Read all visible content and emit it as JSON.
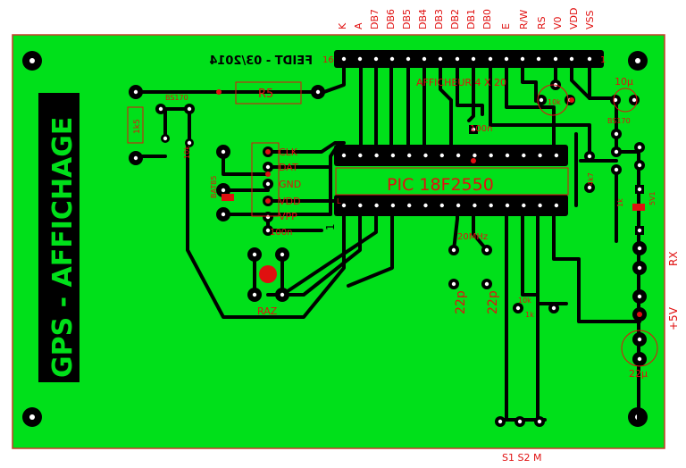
{
  "lcd_pins": [
    "K",
    "A",
    "DB7",
    "DB6",
    "DB5",
    "DB4",
    "DB3",
    "DB2",
    "DB1",
    "DB0",
    "E",
    "R/W",
    "RS",
    "V0",
    "VDD",
    "VSS"
  ],
  "board": {
    "vertical_title": "GPS - AFFICHAGE",
    "mirrored_text": "FEIDT - 03/2014",
    "pin16": "16",
    "pin1": "1",
    "display_label": "AFFICHEUR 4 X 20",
    "mcu_label": "PIC 18F2550",
    "r5": "R5",
    "r15": "1k5",
    "bs170_left": "BS170",
    "bs170_right": "BS170",
    "bat85": "BAT85",
    "pot": "10k",
    "c_10u": "10µ",
    "c_100n_a": "100n",
    "c_100n_b": "100n",
    "c_22u": "22µ",
    "c_22p_a": "22p",
    "c_22p_b": "22p",
    "crystal": "20MHz",
    "r10k": "10k",
    "r1k": "1k",
    "r4k7": "4k7",
    "r1k_b": "1k",
    "r10k_b": "10k",
    "z5v1": "5V1",
    "led_mark": "L",
    "clk": "CLK",
    "dat": "DAT",
    "gnd": "GND",
    "vdd": "VDD",
    "vpp": "VPP",
    "raz": "RAZ",
    "rx": "RX",
    "plus5v": "+5V",
    "bottom_pins": "S1 S2  M",
    "pin_one_mark": "1"
  }
}
